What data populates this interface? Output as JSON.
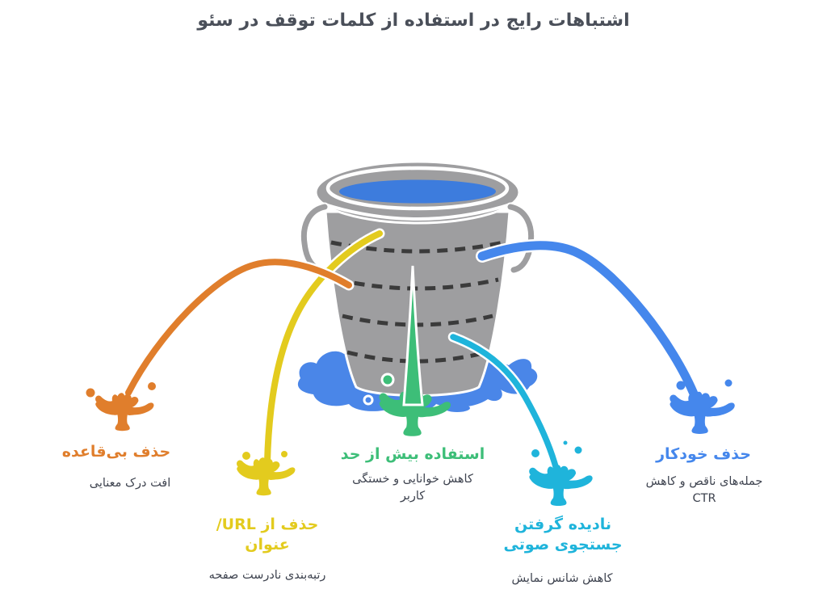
{
  "title": "اشتباهات رایج در استفاده از کلمات توقف در سئو",
  "items": [
    {
      "id": "irregular-removal",
      "label": "حذف بی‌قاعده",
      "description": "افت درک معنایی",
      "color": "#E07E2C"
    },
    {
      "id": "url-title-removal",
      "label": "حذف از URL/\nعنوان",
      "description": "رتبه‌بندی نادرست صفحه",
      "color": "#E3CB1E"
    },
    {
      "id": "overuse",
      "label": "استفاده بیش از حد",
      "description": "کاهش خوانایی و خستگی\nکاربر",
      "color": "#3DBE78"
    },
    {
      "id": "voice-search-ignored",
      "label": "نادیده گرفتن\nجستجوی صوتی",
      "description": "کاهش شانس نمایش",
      "color": "#1FB4DB"
    },
    {
      "id": "automatic-removal",
      "label": "حذف خودکار",
      "description": "جمله‌های ناقص و کاهش\nCTR",
      "color": "#4587EC"
    }
  ],
  "colors": {
    "orange": "#E07E2C",
    "yellow": "#E3CB1E",
    "green": "#3DBE78",
    "cyan": "#1FB4DB",
    "blue": "#4587EC",
    "bucket": "#9E9EA0",
    "water": "#3D7CDD",
    "puddle": "#4A86E8",
    "dash": "#3B3B3B",
    "title": "#4A4F59",
    "subtitle": "#3F4450"
  }
}
